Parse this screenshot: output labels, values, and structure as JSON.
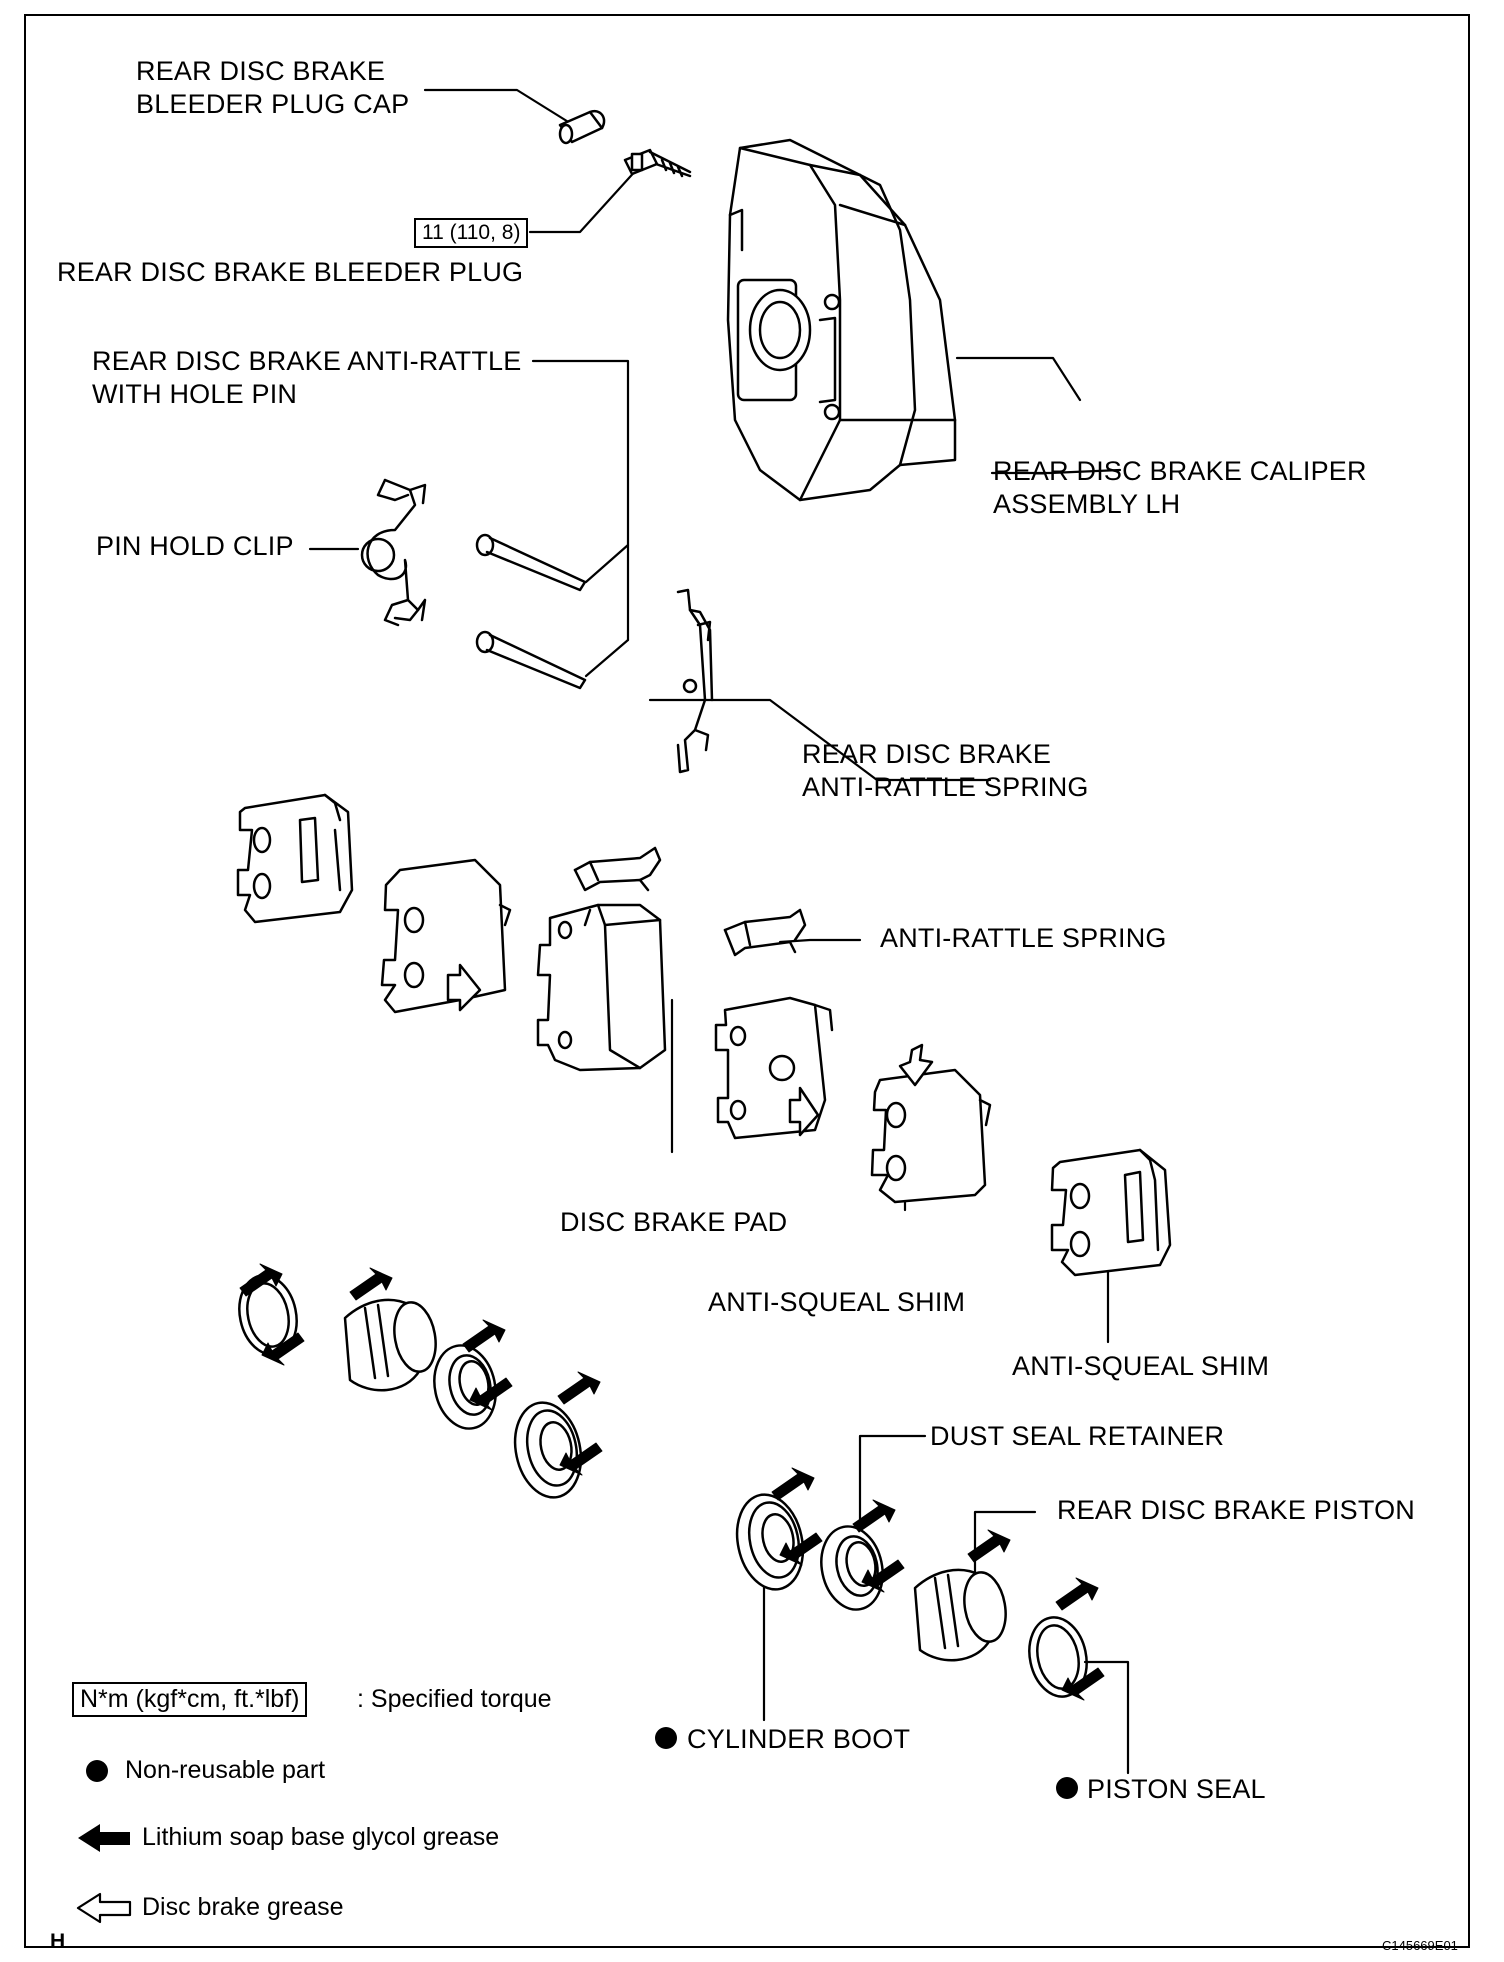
{
  "labels": {
    "bleeder_plug_cap": "REAR DISC BRAKE\nBLEEDER PLUG CAP",
    "bleeder_plug": "REAR DISC BRAKE BLEEDER PLUG",
    "anti_rattle_pin": "REAR DISC BRAKE ANTI-RATTLE\nWITH HOLE PIN",
    "caliper_assembly": "REAR DISC BRAKE CALIPER\nASSEMBLY LH",
    "pin_hold_clip": "PIN HOLD CLIP",
    "anti_rattle_spring_rear": "REAR DISC BRAKE\nANTI-RATTLE SPRING",
    "anti_rattle_spring": "ANTI-RATTLE SPRING",
    "disc_brake_pad": "DISC BRAKE PAD",
    "anti_squeal_shim_1": "ANTI-SQUEAL SHIM",
    "anti_squeal_shim_2": "ANTI-SQUEAL SHIM",
    "dust_seal_retainer": "DUST SEAL RETAINER",
    "rear_disc_brake_piston": "REAR DISC BRAKE PISTON",
    "cylinder_boot": "CYLINDER BOOT",
    "piston_seal": "PISTON SEAL"
  },
  "torque_value": "11 (110, 8)",
  "legend": {
    "torque_box": "N*m (kgf*cm, ft.*lbf)",
    "torque_text": ": Specified torque",
    "non_reusable": "Non-reusable part",
    "lithium_grease": "Lithium soap base glycol grease",
    "disc_brake_grease": "Disc brake grease"
  },
  "footer": {
    "corner_letter": "H",
    "figure_code": "C145669E01"
  }
}
